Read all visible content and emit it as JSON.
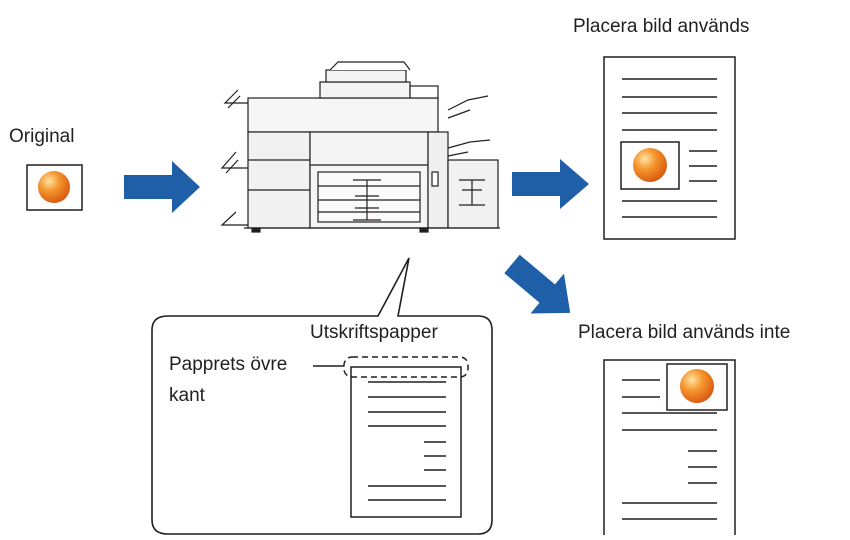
{
  "labels": {
    "original": "Original",
    "image_placement_used": "Placera bild används",
    "image_placement_not_used": "Placera bild används inte",
    "print_paper": "Utskriftspapper",
    "paper_top_edge": "Papprets övre",
    "paper_top_edge_2": "kant"
  },
  "colors": {
    "arrow": "#1f5fa8",
    "orange_ball": "#f07c1c",
    "outline": "#231f20",
    "machine_fill": "#f4f4f4"
  }
}
